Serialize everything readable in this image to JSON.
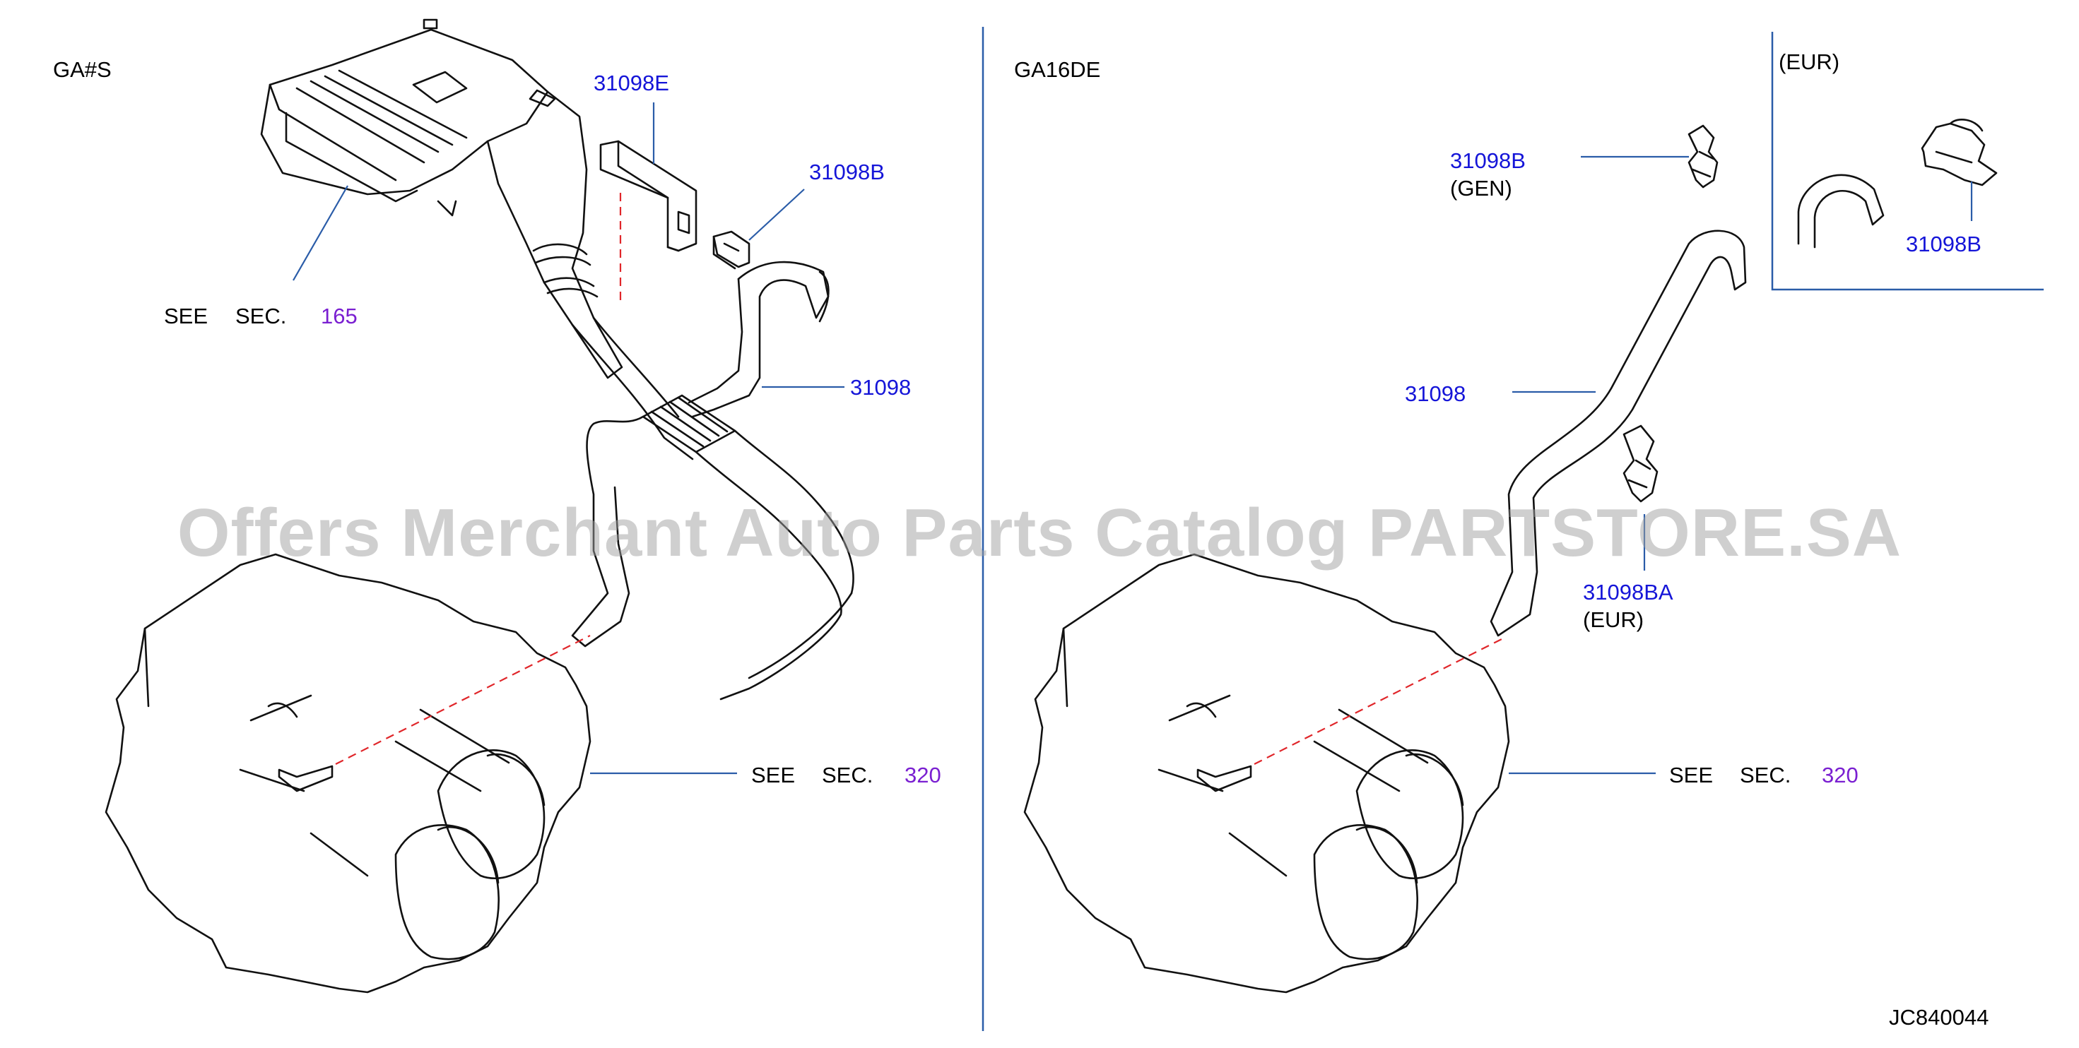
{
  "left_panel": {
    "engine_code": "GA#S",
    "callouts": {
      "bracket": "31098E",
      "clamp": "31098B",
      "hose": "31098",
      "air_cleaner_see": "SEE",
      "air_cleaner_sec": "SEC.",
      "air_cleaner_section": "165",
      "transmission_see": "SEE",
      "transmission_sec": "SEC.",
      "transmission_section": "320"
    }
  },
  "right_panel": {
    "engine_code": "GA16DE",
    "callouts": {
      "clamp_gen": "31098B",
      "clamp_gen_note": "(GEN)",
      "hose": "31098",
      "clamp_eur": "31098BA",
      "clamp_eur_note": "(EUR)",
      "transmission_see": "SEE",
      "transmission_sec": "SEC.",
      "transmission_section": "320"
    },
    "inset": {
      "title": "(EUR)",
      "clamp": "31098B"
    }
  },
  "diagram_code": "JC840044",
  "watermark": "Offers Merchant Auto Parts Catalog PARTSTORE.SA",
  "colors": {
    "part_number": "#1515d8",
    "section_number": "#7a1fd1",
    "leader_line": "#2a5ca8",
    "hidden_line": "#e0262a",
    "divider": "#2a5ca8"
  }
}
